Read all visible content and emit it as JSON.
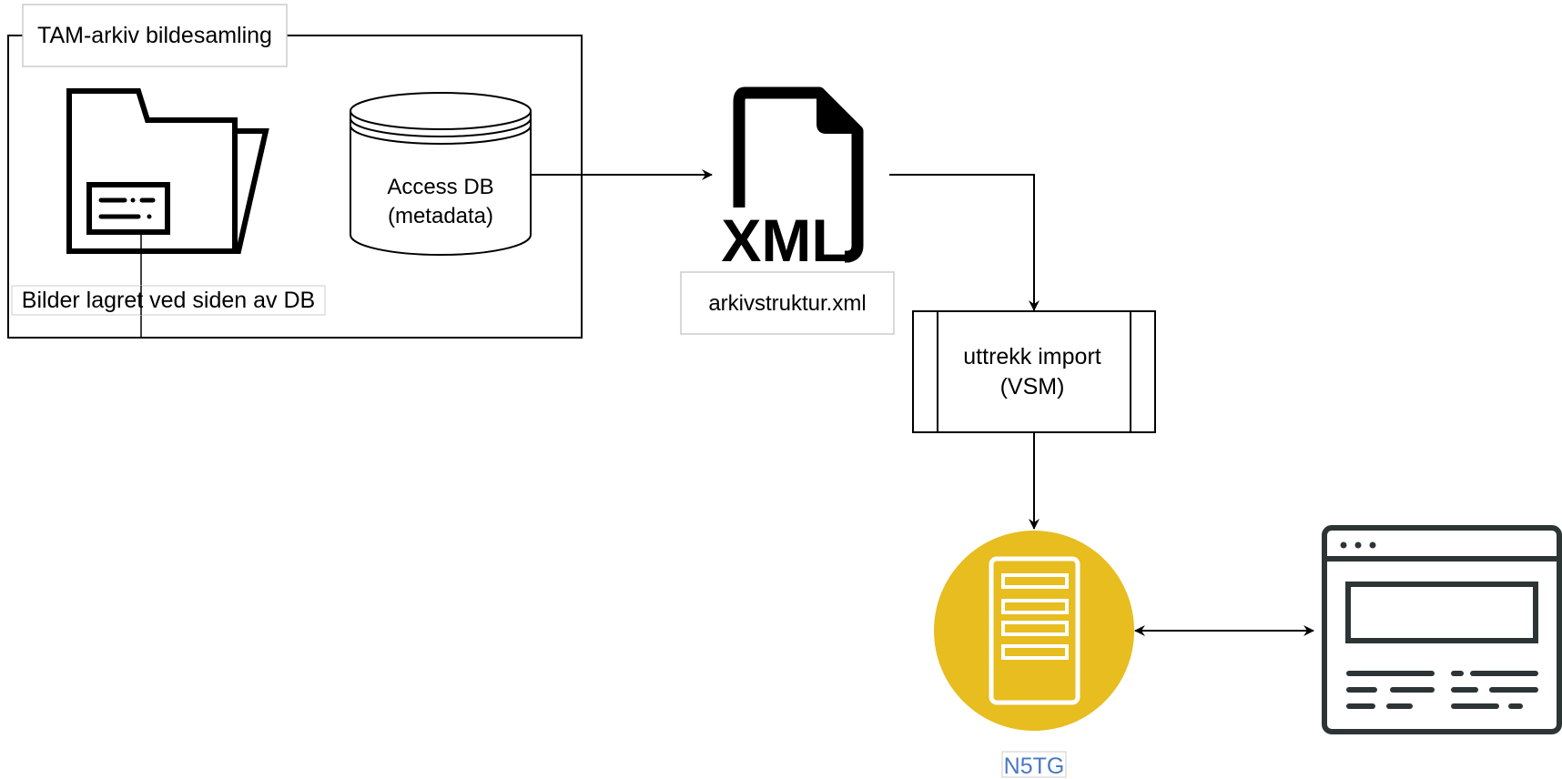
{
  "group": {
    "title": "TAM-arkiv bildesamling"
  },
  "folder": {
    "caption": "Bilder lagret ved siden av DB"
  },
  "database": {
    "line1": "Access DB",
    "line2": "(metadata)"
  },
  "xml_file": {
    "icon_text": "XML",
    "caption": "arkivstruktur.xml"
  },
  "process": {
    "line1": "uttrekk import",
    "line2": "(VSM)"
  },
  "server": {
    "caption": "N5TG",
    "accent": "#E7BD1F"
  },
  "colors": {
    "line": "#000000",
    "border": "#cccccc",
    "browser": "#2d3436",
    "link": "#4a78c2"
  }
}
